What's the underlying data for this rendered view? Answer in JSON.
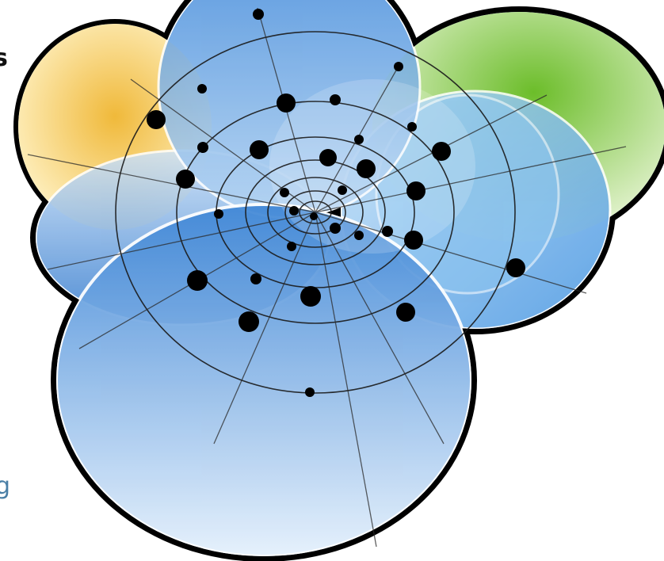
{
  "fragments": {
    "top_left_fragment": "s",
    "bottom_left_fragment": "g"
  },
  "colors": {
    "outline": "#000000",
    "yellow_circle": "#f3c84a",
    "green_circle": "#8ccf3a",
    "blue_light": "#a8d2f4",
    "blue_mid": "#5fa7e6",
    "blue_dark": "#2f6fc4"
  },
  "icons": {
    "logo": "overlapping-circles-polar-grid-logo"
  }
}
